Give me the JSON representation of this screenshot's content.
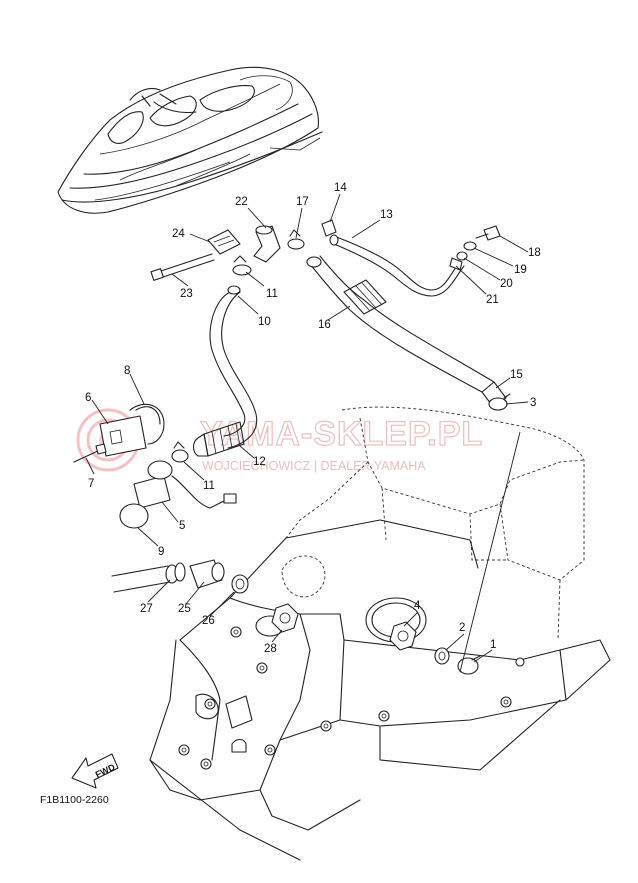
{
  "watermark": {
    "title": "YAMA-SKLEP.PL",
    "subtitle": "WOJCIECHOWICZ | DEALER YAMAHA"
  },
  "diagram_code": "F1B1100-2260",
  "fwd_label": "FWD",
  "callouts": [
    {
      "id": "c1",
      "label": "1"
    },
    {
      "id": "c2",
      "label": "2"
    },
    {
      "id": "c3",
      "label": "3"
    },
    {
      "id": "c4",
      "label": "4"
    },
    {
      "id": "c5",
      "label": "5"
    },
    {
      "id": "c6",
      "label": "6"
    },
    {
      "id": "c7",
      "label": "7"
    },
    {
      "id": "c8",
      "label": "8"
    },
    {
      "id": "c9",
      "label": "9"
    },
    {
      "id": "c10",
      "label": "10"
    },
    {
      "id": "c11a",
      "label": "11"
    },
    {
      "id": "c11b",
      "label": "11"
    },
    {
      "id": "c12",
      "label": "12"
    },
    {
      "id": "c13",
      "label": "13"
    },
    {
      "id": "c14",
      "label": "14"
    },
    {
      "id": "c15",
      "label": "15"
    },
    {
      "id": "c16",
      "label": "16"
    },
    {
      "id": "c17",
      "label": "17"
    },
    {
      "id": "c18",
      "label": "18"
    },
    {
      "id": "c19",
      "label": "19"
    },
    {
      "id": "c20",
      "label": "20"
    },
    {
      "id": "c21",
      "label": "21"
    },
    {
      "id": "c22",
      "label": "22"
    },
    {
      "id": "c23",
      "label": "23"
    },
    {
      "id": "c24",
      "label": "24"
    },
    {
      "id": "c25",
      "label": "25"
    },
    {
      "id": "c26",
      "label": "26"
    },
    {
      "id": "c27",
      "label": "27"
    },
    {
      "id": "c28",
      "label": "28"
    }
  ]
}
